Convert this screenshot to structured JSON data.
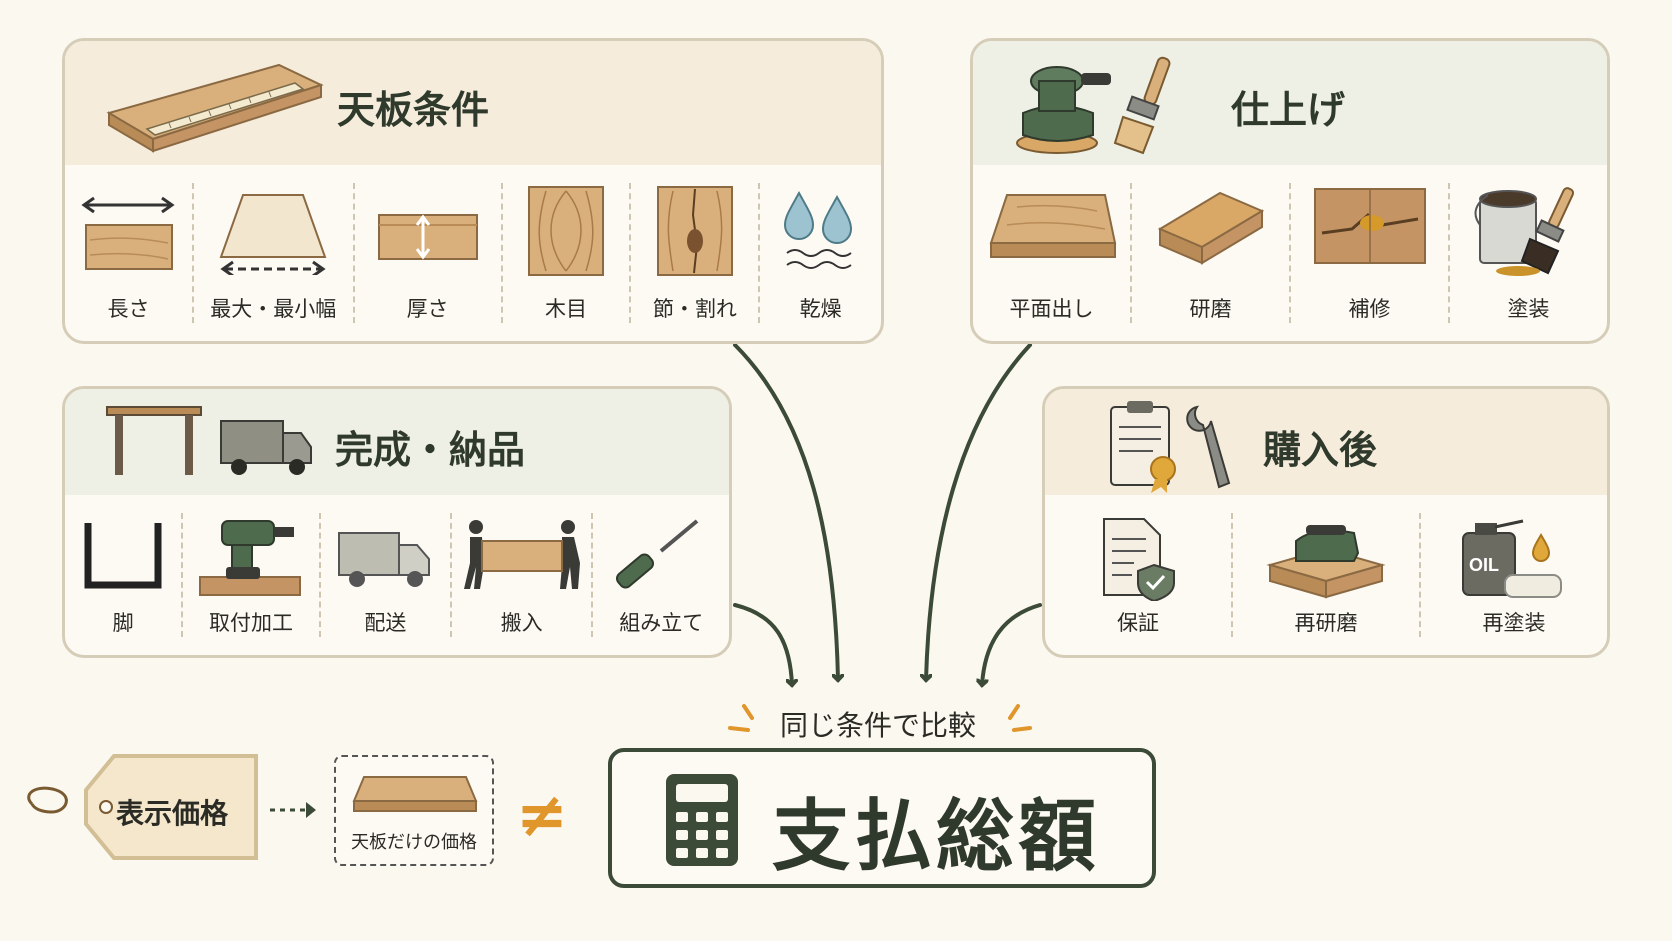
{
  "panels": {
    "tabletop": {
      "title": "天板条件",
      "items": [
        "長さ",
        "最大・最小幅",
        "厚さ",
        "木目",
        "節・割れ",
        "乾燥"
      ]
    },
    "finish": {
      "title": "仕上げ",
      "items": [
        "平面出し",
        "研磨",
        "補修",
        "塗装"
      ]
    },
    "delivery": {
      "title": "完成・納品",
      "items": [
        "脚",
        "取付加工",
        "配送",
        "搬入",
        "組み立て"
      ]
    },
    "after": {
      "title": "購入後",
      "items": [
        "保証",
        "再研磨",
        "再塗装"
      ],
      "oil_text": "OIL"
    }
  },
  "compare": {
    "hint": "同じ条件で比較",
    "total": "支払総額",
    "price_tag": "表示価格",
    "board_only": "天板だけの価格",
    "not_equal": "≠"
  },
  "colors": {
    "accent_green": "#3c4a38",
    "accent_orange": "#e0962a",
    "wood": "#d9b07c",
    "panel_border": "#d6cdb8"
  }
}
